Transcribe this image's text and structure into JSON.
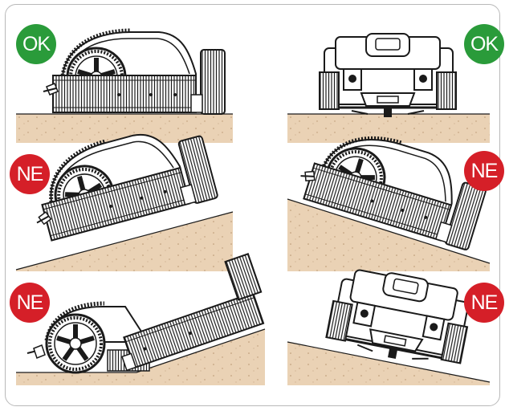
{
  "colors": {
    "ok": "#2a9b3a",
    "ne": "#d51f28",
    "soil": "#ead2b5",
    "soil_dots": "#c9ab88",
    "line": "#1a1a1a"
  },
  "panels": [
    {
      "id": "flat-side",
      "badge": "OK",
      "status": "ok",
      "icon": "lawn-mower-side-icon"
    },
    {
      "id": "flat-front",
      "badge": "OK",
      "status": "ok",
      "icon": "lawn-mower-front-icon"
    },
    {
      "id": "uphill-side",
      "badge": "NE",
      "status": "ne",
      "icon": "lawn-mower-side-icon"
    },
    {
      "id": "downhill-side",
      "badge": "NE",
      "status": "ne",
      "icon": "lawn-mower-side-icon"
    },
    {
      "id": "slope-change-side",
      "badge": "NE",
      "status": "ne",
      "icon": "lawn-mower-side-icon"
    },
    {
      "id": "side-slope-front",
      "badge": "NE",
      "status": "ne",
      "icon": "lawn-mower-front-icon"
    }
  ]
}
